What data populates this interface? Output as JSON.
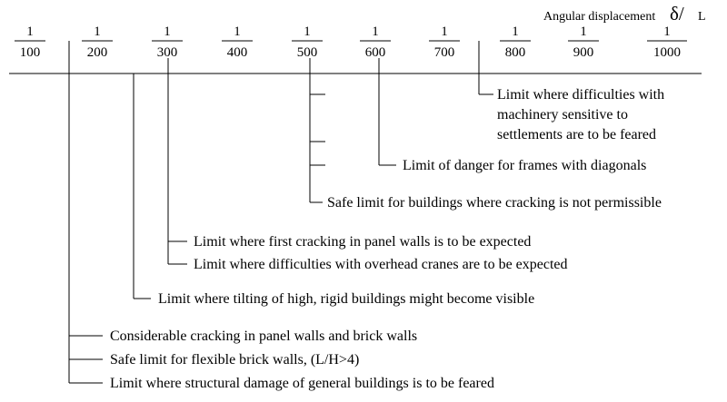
{
  "title": {
    "text": "Angular displacement",
    "symbol": "δ/",
    "unit": "L"
  },
  "scale": {
    "numerator": "1",
    "denominators": [
      "100",
      "200",
      "300",
      "400",
      "500",
      "600",
      "700",
      "800",
      "900",
      "1000"
    ]
  },
  "limits": [
    {
      "id": "machinery",
      "at": "1/750",
      "lines": [
        "Limit where difficulties with",
        "machinery sensitive to",
        "settlements are to be feared"
      ]
    },
    {
      "id": "frames",
      "at": "1/600",
      "lines": [
        "Limit of danger for frames with diagonals"
      ]
    },
    {
      "id": "safe-cracking",
      "at": "1/500",
      "lines": [
        "Safe limit for buildings where cracking is not permissible"
      ]
    },
    {
      "id": "first-cracking",
      "at": "1/300",
      "lines": [
        "Limit where first cracking in panel walls is to be expected"
      ]
    },
    {
      "id": "cranes",
      "at": "1/300",
      "lines": [
        "Limit where difficulties with overhead cranes are to be expected"
      ]
    },
    {
      "id": "tilting",
      "at": "1/250",
      "lines": [
        "Limit where tilting of high, rigid buildings might become visible"
      ]
    },
    {
      "id": "considerable-cracking",
      "at": "1/150",
      "lines": [
        "Considerable cracking in panel walls and brick walls"
      ]
    },
    {
      "id": "flexible-walls",
      "at": "1/150",
      "lines": [
        "Safe limit for flexible brick walls, (L/H>4)"
      ]
    },
    {
      "id": "structural-damage",
      "at": "1/150",
      "lines": [
        "Limit where structural damage of general buildings is to be feared"
      ]
    }
  ]
}
